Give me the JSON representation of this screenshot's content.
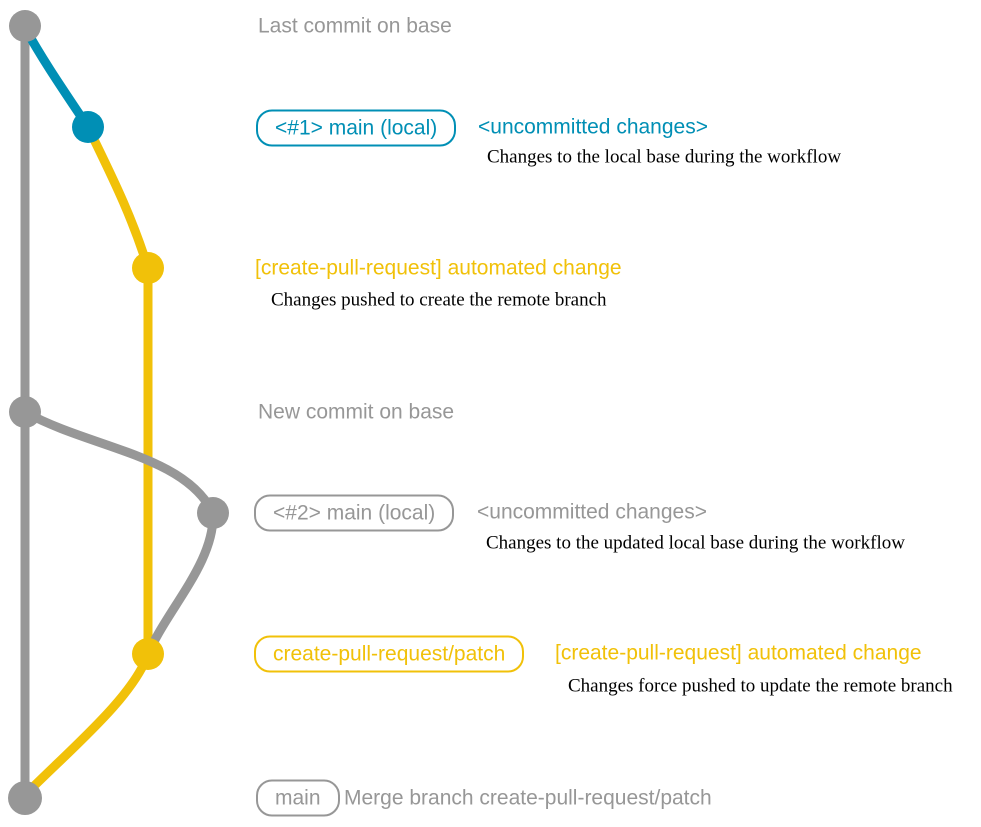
{
  "colors": {
    "branch_gray": "#979797",
    "branch_blue": "#008fb5",
    "branch_yellow": "#f1c109",
    "annotation_text": "#000000"
  },
  "graph": {
    "branches": [
      {
        "name": "base",
        "color": "#979797"
      },
      {
        "name": "main-local-1",
        "color": "#008fb5"
      },
      {
        "name": "create-pull-request-patch",
        "color": "#f1c109"
      },
      {
        "name": "main-local-2",
        "color": "#979797"
      }
    ],
    "commit_dots": [
      {
        "name": "last-commit-on-base",
        "color": "#979797"
      },
      {
        "name": "uncommitted-changes-1",
        "color": "#008fb5"
      },
      {
        "name": "automated-change-1",
        "color": "#f1c109"
      },
      {
        "name": "new-commit-on-base",
        "color": "#979797"
      },
      {
        "name": "uncommitted-changes-2",
        "color": "#979797"
      },
      {
        "name": "automated-change-2",
        "color": "#f1c109"
      },
      {
        "name": "merge-commit",
        "color": "#979797"
      }
    ]
  },
  "rows": {
    "row1": {
      "message": "Last commit on base"
    },
    "row2": {
      "tag": "<#1> main (local)",
      "message": "<uncommitted changes>",
      "annotation": "Changes to the local base during the workflow"
    },
    "row3": {
      "message": "[create-pull-request] automated change",
      "annotation": "Changes pushed to create the remote branch"
    },
    "row4": {
      "message": "New commit on base"
    },
    "row5": {
      "tag": "<#2> main (local)",
      "message": "<uncommitted changes>",
      "annotation": "Changes to the updated local base during the workflow"
    },
    "row6": {
      "tag": "create-pull-request/patch",
      "message": "[create-pull-request] automated change",
      "annotation": "Changes force pushed to update the remote branch"
    },
    "row7": {
      "tag": "main",
      "message": "Merge branch create-pull-request/patch"
    }
  }
}
